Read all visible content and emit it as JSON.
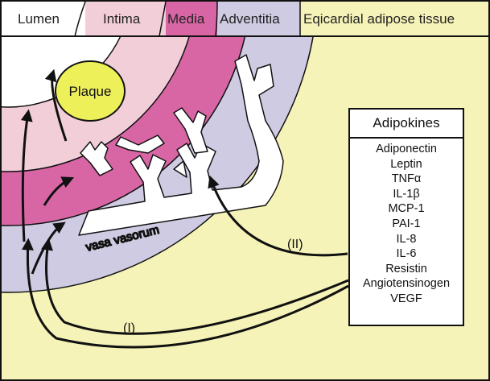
{
  "header": {
    "lumen": "Lumen",
    "intima": "Intima",
    "media": "Media",
    "adventitia": "Adventitia",
    "epicardial": "Eqicardial adipose tissue"
  },
  "plaque_label": "Plaque",
  "vasa_vasorum_label": "vasa vasorum",
  "adipokines": {
    "title": "Adipokines",
    "items": [
      "Adiponectin",
      "Leptin",
      "TNFα",
      "IL-1β",
      "MCP-1",
      "PAI-1",
      "IL-8",
      "IL-6",
      "Resistin",
      "Angiotensinogen",
      "VEGF"
    ]
  },
  "pathways": {
    "I": "(I)",
    "II": "(II)"
  },
  "colors": {
    "lumen": "#ffffff",
    "intima": "#f2cfd8",
    "media": "#d866a5",
    "adventitia": "#cfcbe3",
    "epicardial": "#f6f3b8",
    "plaque": "#eef05a"
  }
}
